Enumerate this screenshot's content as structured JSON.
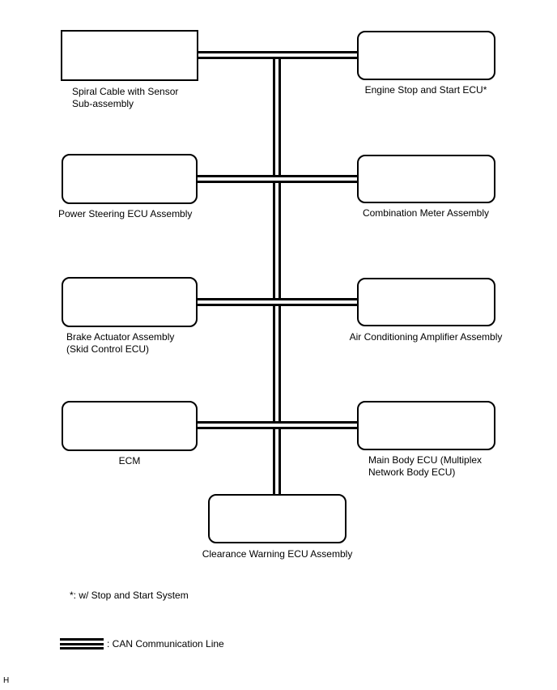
{
  "page": {
    "background": "#ffffff",
    "line_color": "#000000",
    "page_marker": "H"
  },
  "diagram": {
    "bus": {
      "name": "CAN Communication Line",
      "style": "double-line"
    },
    "nodes": {
      "spiral_cable": {
        "label": "Spiral Cable with Sensor\nSub-assembly"
      },
      "engine_stop_start": {
        "label": "Engine Stop and Start ECU*"
      },
      "power_steering": {
        "label": "Power Steering ECU Assembly"
      },
      "combination_meter": {
        "label": "Combination Meter Assembly"
      },
      "brake_actuator": {
        "label": "Brake Actuator Assembly\n(Skid Control ECU)"
      },
      "ac_amplifier": {
        "label": "Air Conditioning Amplifier Assembly"
      },
      "ecm": {
        "label": "ECM"
      },
      "main_body_ecu": {
        "label": "Main Body ECU (Multiplex\nNetwork Body ECU)"
      },
      "clearance_warning": {
        "label": "Clearance Warning ECU Assembly"
      }
    }
  },
  "footnote": "*: w/ Stop and Start System",
  "legend": {
    "label": ": CAN Communication Line"
  }
}
